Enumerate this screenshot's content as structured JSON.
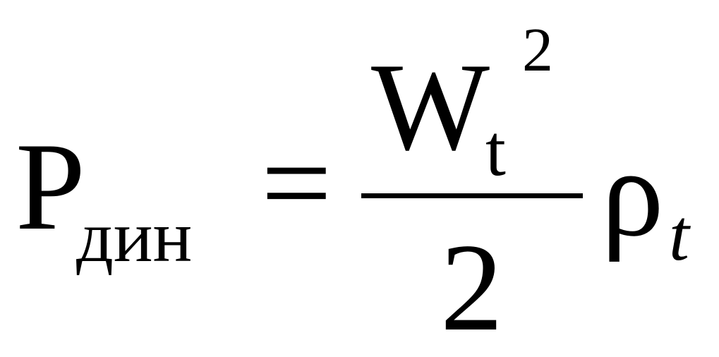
{
  "formula": {
    "lhs": {
      "symbol": "P",
      "subscript": "дин"
    },
    "equals": "=",
    "numerator": {
      "symbol": "W",
      "subscript": "t",
      "exponent": "2"
    },
    "denominator": "2",
    "factor": {
      "symbol": "ρ",
      "subscript": "t"
    }
  }
}
